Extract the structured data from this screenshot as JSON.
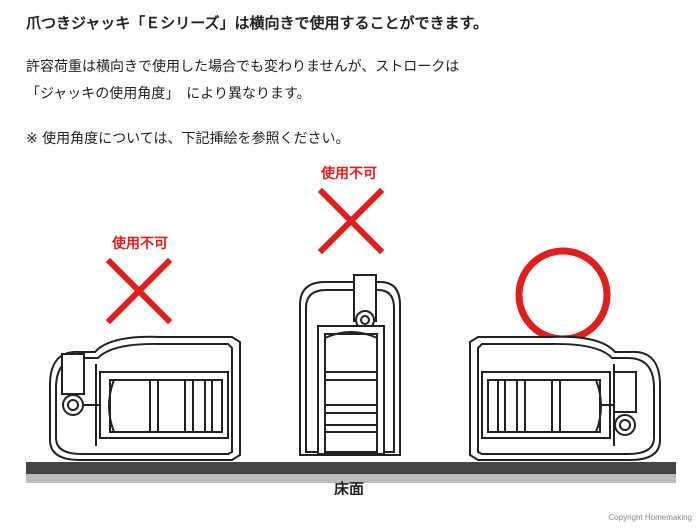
{
  "heading": "爪つきジャッキ「Ｅシリーズ」は横向きで使用することができます。",
  "body_lines": [
    "許容荷重は横向きで使用した場合でも変わりませんが、ストロークは",
    "「ジャッキの使用角度」　により異なります。"
  ],
  "note": "※ 使用角度については、下記挿絵を参照ください。",
  "figure": {
    "left": {
      "label": "使用不可",
      "mark": "cross-mark"
    },
    "center": {
      "label": "使用不可",
      "mark": "cross-mark"
    },
    "right": {
      "mark": "circle-mark"
    },
    "floor_label": "床面"
  },
  "copyright": "Copyright Homemaking",
  "colors": {
    "accent_red": "#e01e1e",
    "line": "#222222",
    "floor": "#444444"
  }
}
